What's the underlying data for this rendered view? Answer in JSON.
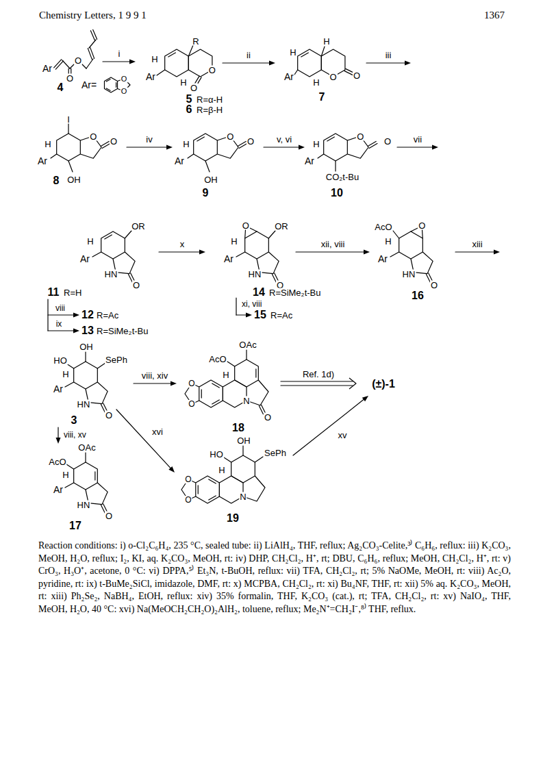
{
  "diagram": {
    "labels": [
      "Chemistry Letters, 1 9 9 1",
      "1367",
      "Ar",
      "O",
      "O",
      "4",
      "Ar=",
      "O",
      "O",
      "i",
      "H",
      "R",
      "Ar",
      "H",
      "O",
      "O",
      "5",
      "R=α-H",
      "6",
      "R=β-H",
      "ii",
      "H",
      "H",
      "Ar",
      "H",
      "O",
      "O",
      "7",
      "iii",
      "I",
      "H",
      "Ar",
      "O",
      "O",
      "OH",
      "8",
      "iv",
      "H",
      "Ar",
      "O",
      "O",
      "OH",
      "9",
      "v, vi",
      "H",
      "Ar",
      "O",
      "O",
      "CO₂t-Bu",
      "10",
      "vii",
      "OR",
      "H",
      "Ar",
      "HN",
      "O",
      "11",
      "R=H",
      "viii",
      "12",
      "R=Ac",
      "ix",
      "13",
      "R=SiMe₂t-Bu",
      "x",
      "O",
      "OR",
      "H",
      "Ar",
      "HN",
      "O",
      "14",
      "R=SiMe₂t-Bu",
      "xi, viii",
      "15",
      "R=Ac",
      "xii, viii",
      "AcO",
      "O",
      "H",
      "Ar",
      "HN",
      "O",
      "16",
      "xiii",
      "HO",
      "OH",
      "SePh",
      "H",
      "Ar",
      "HN",
      "O",
      "3",
      "viii, xiv",
      "OAc",
      "AcO",
      "H",
      "O",
      "O",
      "N",
      "O",
      "18",
      "Ref. 1d)",
      "(±)-1",
      "viii, xv",
      "OAc",
      "AcO",
      "H",
      "Ar",
      "HN",
      "O",
      "17",
      "xvi",
      "OH",
      "HO",
      "SePh",
      "H",
      "O",
      "O",
      "N",
      "19",
      "xv",
      "Reaction conditions: i) o-Cl₂C₆H₄, 235 °C, sealed tube: ii) LiAlH₄, THF, reflux; Ag₂CO₃-Celite,³⁾ C₆H₆, reflux: iii) K₂CO₃, MeOH, H₂O, reflux; I₂, KI, aq. K₂CO₃, MeOH, rt: iv) DHP, CH₂Cl₂, H⁺, rt; DBU, C₆H₆, reflux; MeOH, CH₂Cl₂, H⁺, rt: v) CrO₃, H₃O⁺, acetone, 0 °C: vi) DPPA,⁵⁾ Et₃N, t-BuOH, reflux: vii) TFA, CH₂Cl₂, rt; 5% NaOMe, MeOH, rt: viii) Ac₂O, pyridine, rt: ix) t-BuMe₂SiCl, imidazole, DMF, rt: x) MCPBA, CH₂Cl₂, rt: xi) Bu₄NF, THF, rt: xii) 5% aq. K₂CO₃, MeOH, rt: xiii) Ph₂Se₂, NaBH₄, EtOH, reflux: xiv) 35% formalin, THF, K₂CO₃ (cat.), rt; TFA, CH₂Cl₂, rt: xv) NaIO₄, THF, MeOH, H₂O, 40 °C: xvi) Na(MeOCH₂CH₂O)₂AlH₂, toluene, reflux; Me₂N⁺=CH₂I⁻,⁸⁾ THF, reflux."
    ]
  }
}
